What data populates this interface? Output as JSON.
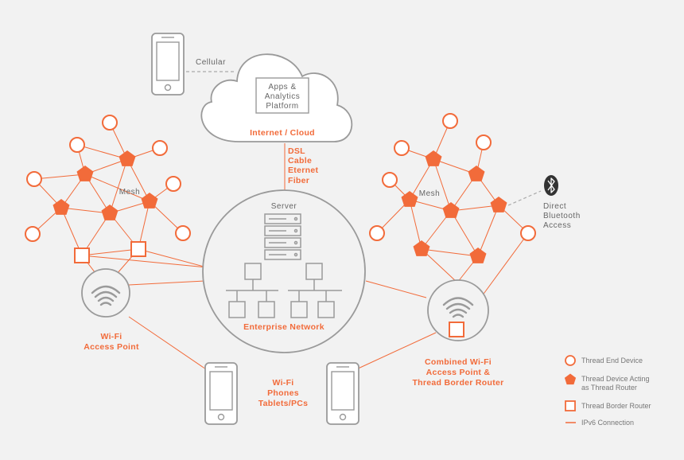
{
  "colors": {
    "accent": "#f26b3a",
    "device_gray": "#9a9a9a",
    "background": "#f2f2f2",
    "bluetooth_icon": "#333333"
  },
  "labels": {
    "cellular": "Cellular",
    "cloud_box": [
      "Apps &",
      "Analytics",
      "Platform"
    ],
    "cloud_caption": "Internet / Cloud",
    "links": [
      "DSL",
      "Cable",
      "Eternet",
      "Fiber"
    ],
    "server": "Server",
    "enterprise": "Enterprise Network",
    "mesh_left": "Mesh",
    "mesh_right": "Mesh",
    "wifi_ap": [
      "Wi-Fi",
      "Access Point"
    ],
    "combined": [
      "Combined Wi-Fi",
      "Access Point &",
      "Thread Border Router"
    ],
    "phones": [
      "Wi-Fi",
      "Phones",
      "Tablets/PCs"
    ],
    "bluetooth": [
      "Direct",
      "Bluetooth",
      "Access"
    ]
  },
  "icons": {
    "bluetooth": "bluetooth-icon",
    "wifi": "wifi-icon",
    "phone": "phone-icon",
    "server": "server-rack-icon",
    "cloud": "cloud-icon"
  },
  "legend": {
    "end_device": "Thread End Device",
    "router": [
      "Thread Device Acting",
      "as Thread Router"
    ],
    "border_router": "Thread Border Router",
    "ipv6": "IPv6 Connection"
  }
}
